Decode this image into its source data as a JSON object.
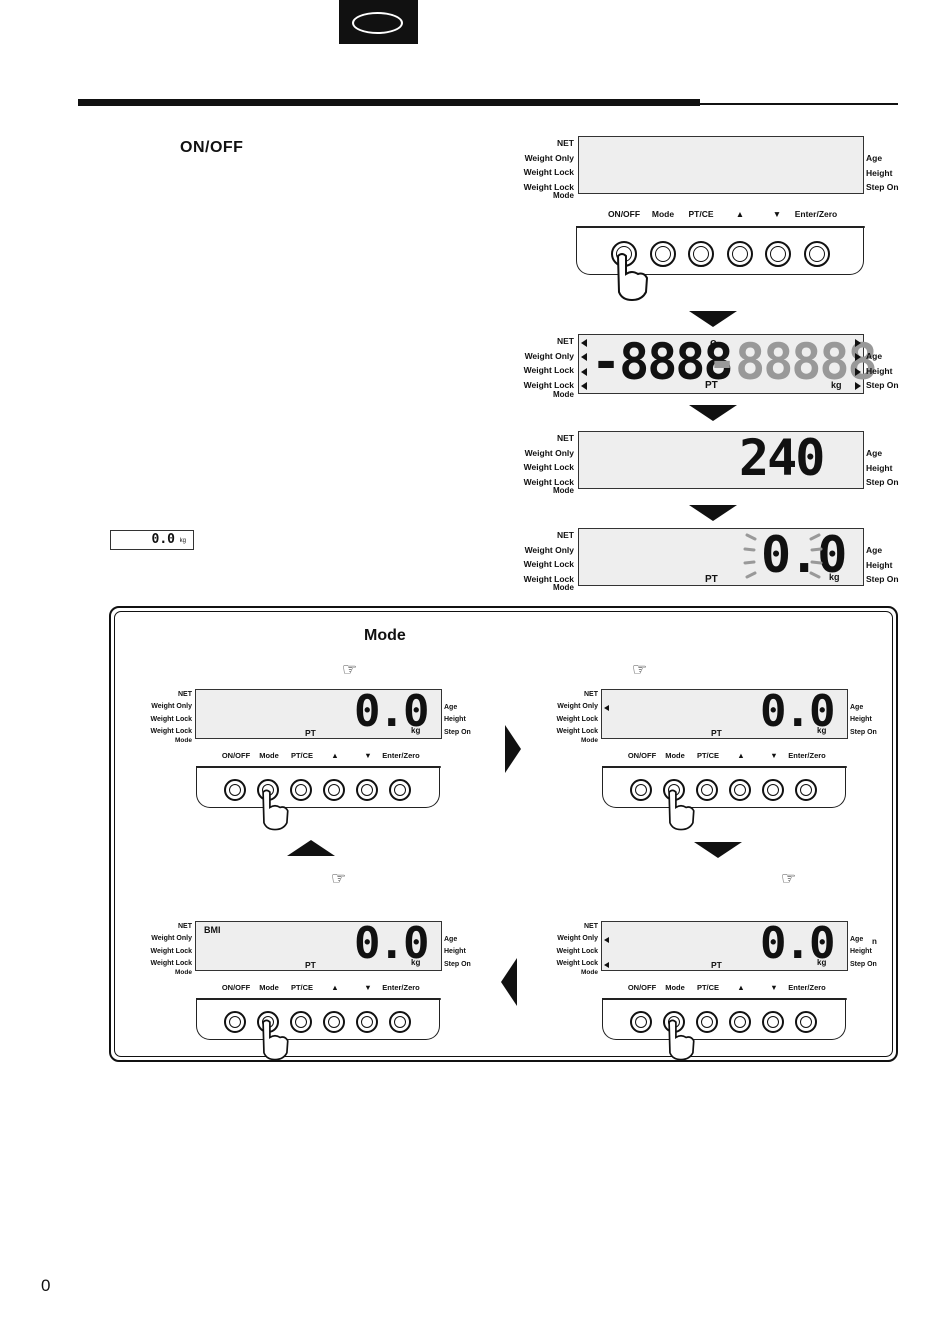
{
  "header": {
    "heading": "ON/OFF"
  },
  "labels_left": [
    "NET",
    "Weight  Only",
    "Weight Lock",
    "Weight Lock"
  ],
  "label_mode": "Mode",
  "labels_right": [
    "Age",
    "Height",
    "Step On"
  ],
  "buttons": [
    "ON/OFF",
    "Mode",
    "PT/CE",
    "▲",
    "▼",
    "Enter/Zero"
  ],
  "displays": {
    "test_main": "-8888",
    "test_degree": "o",
    "test_sub": "-88888",
    "test_pt": "PT",
    "test_unit": "kg",
    "capacity": "240",
    "zero_value": "0.0",
    "zero_pt": "PT",
    "zero_unit": "kg"
  },
  "small_display": {
    "value": "0.0",
    "unit": "kg"
  },
  "mode_section": {
    "heading": "Mode",
    "pointer_icon": "☞",
    "display_value": "0.0",
    "pt": "PT",
    "unit": "kg",
    "bmi": "BMI",
    "stray_char": "n"
  },
  "page_number": "0"
}
